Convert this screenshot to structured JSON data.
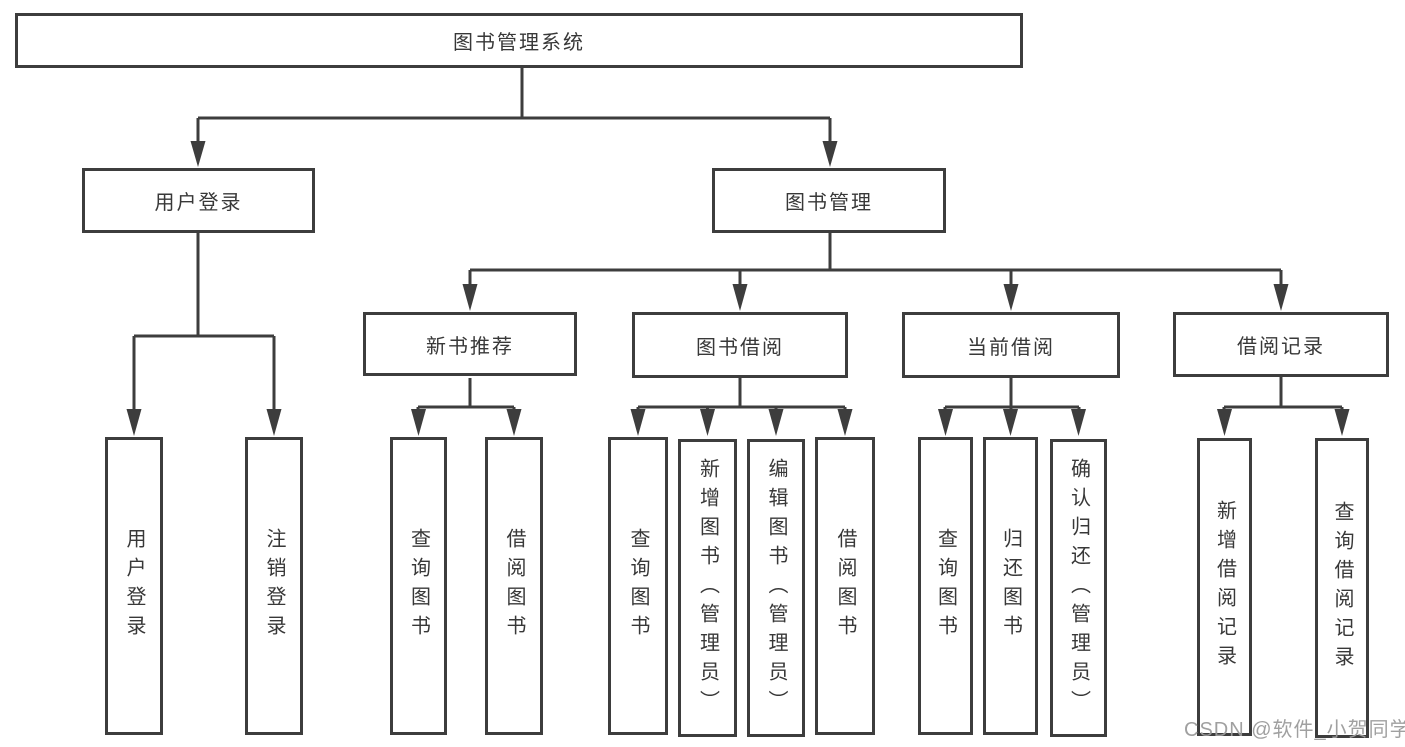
{
  "diagram": {
    "type": "tree",
    "root": {
      "label": "图书管理系统",
      "children": [
        {
          "label": "用户登录",
          "children": [
            {
              "label": "用户登录"
            },
            {
              "label": "注销登录"
            }
          ]
        },
        {
          "label": "图书管理",
          "children": [
            {
              "label": "新书推荐",
              "children": [
                {
                  "label": "查询图书"
                },
                {
                  "label": "借阅图书"
                }
              ]
            },
            {
              "label": "图书借阅",
              "children": [
                {
                  "label": "查询图书"
                },
                {
                  "label": "新增图书（管理员）"
                },
                {
                  "label": "编辑图书（管理员）"
                },
                {
                  "label": "借阅图书"
                }
              ]
            },
            {
              "label": "当前借阅",
              "children": [
                {
                  "label": "查询图书"
                },
                {
                  "label": "归还图书"
                },
                {
                  "label": "确认归还（管理员）"
                }
              ]
            },
            {
              "label": "借阅记录",
              "children": [
                {
                  "label": "新增借阅记录"
                },
                {
                  "label": "查询借阅记录"
                }
              ]
            }
          ]
        }
      ]
    },
    "watermark": "CSDN @软件_小贺同学",
    "colors": {
      "line": "#3d3d3d",
      "box_border": "#3d3d3d",
      "text": "#383838",
      "watermark": "#9b9b9b",
      "background": "#ffffff"
    }
  }
}
